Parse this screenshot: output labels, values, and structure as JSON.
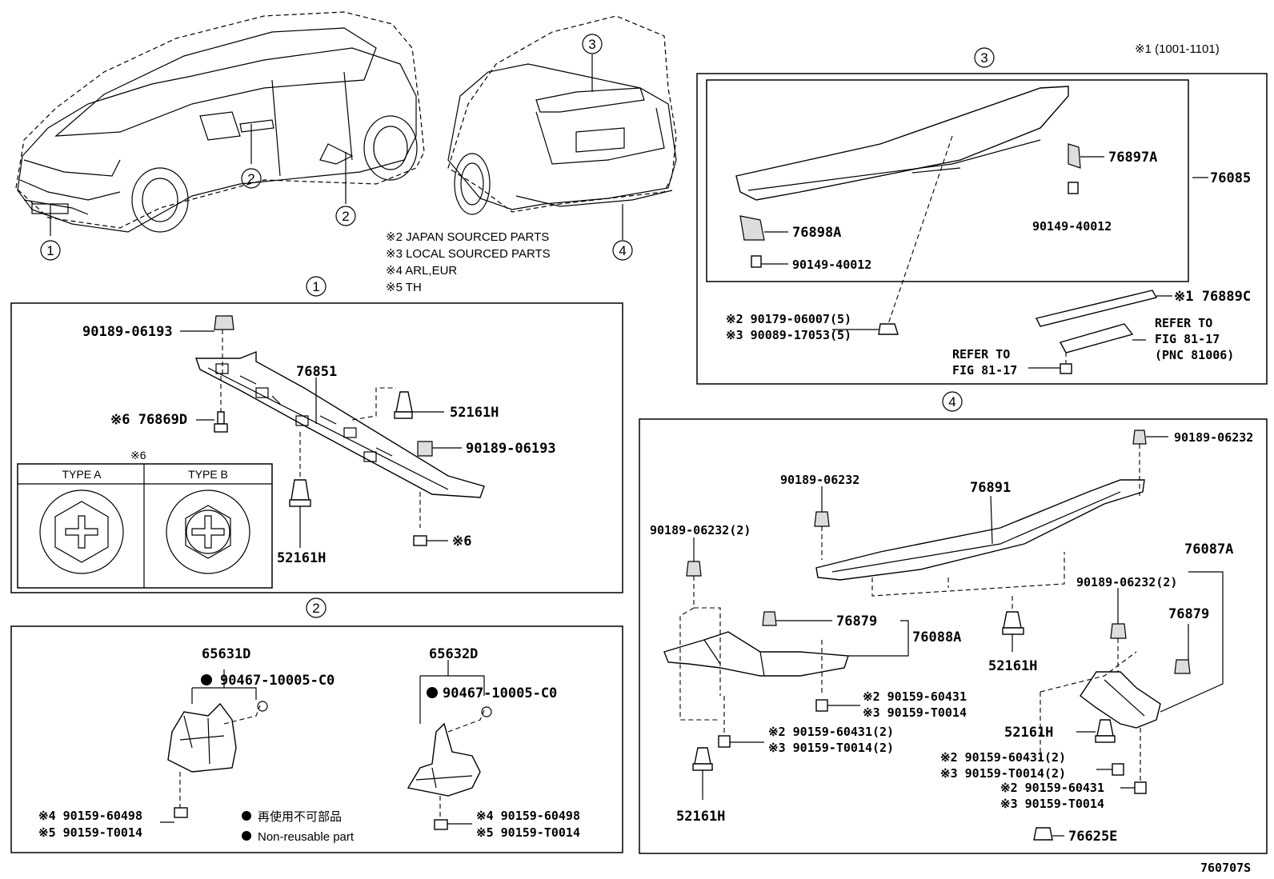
{
  "labels": {
    "fig_id": "760707S",
    "note_range": "※1 (1001-1101)",
    "note_japan": "※2 JAPAN SOURCED PARTS",
    "note_local": "※3 LOCAL SOURCED PARTS",
    "note_arl": "※4 ARL,EUR",
    "note_th": "※5 TH",
    "legend_jp": "再使用不可部品",
    "legend_en": "Non-reusable part",
    "type_header": "※6",
    "type_a": "TYPE A",
    "type_b": "TYPE B"
  },
  "circles": {
    "c1": "1",
    "c2": "2",
    "c3": "3",
    "c4": "4"
  },
  "car_callouts": {
    "front": "1",
    "mirror": "2",
    "sill": "2",
    "spoiler": "3",
    "rear": "4"
  },
  "section1": {
    "p76851": "76851",
    "p90189a": "90189-06193",
    "p90189b": "90189-06193",
    "p76869d": "※6 76869D",
    "p52161h_a": "52161H",
    "p52161h_b": "52161H",
    "p6": "※6"
  },
  "section2": {
    "p65631d": "65631D",
    "p65632d": "65632D",
    "clip_a": "90467-10005-C0",
    "clip_b": "90467-10005-C0",
    "b4a": "※4 90159-60498",
    "b5a": "※5 90159-T0014",
    "b4b": "※4 90159-60498",
    "b5b": "※5 90159-T0014"
  },
  "section3": {
    "p76897a": "76897A",
    "p76085": "76085",
    "p76898a": "76898A",
    "screw_a": "90149-40012",
    "screw_b": "90149-40012",
    "p76889c": "※1 76889C",
    "nut2": "※2 90179-06007(5)",
    "nut3": "※3 90089-17053(5)",
    "refer_r1": "REFER TO",
    "refer_r2": "FIG 81-17",
    "refer_r3": "(PNC 81006)",
    "refer_l1": "REFER TO",
    "refer_l2": "FIG 81-17"
  },
  "section4": {
    "n_top_right": "90189-06232",
    "n_mid": "90189-06232",
    "n_left": "90189-06232(2)",
    "p76891": "76891",
    "p76087a": "76087A",
    "n_right2": "90189-06232(2)",
    "p76879a": "76879",
    "p76879b": "76879",
    "p76088a": "76088A",
    "p52161h_a": "52161H",
    "p52161h_b": "52161H",
    "p52161h_c": "52161H",
    "b2a": "※2 90159-60431",
    "b3a": "※3 90159-T0014",
    "b2b": "※2 90159-60431(2)",
    "b3b": "※3 90159-T0014(2)",
    "b2c": "※2 90159-60431(2)",
    "b3c": "※3 90159-T0014(2)",
    "b2d": "※2 90159-60431",
    "b3d": "※3 90159-T0014",
    "p76625e": "76625E"
  }
}
